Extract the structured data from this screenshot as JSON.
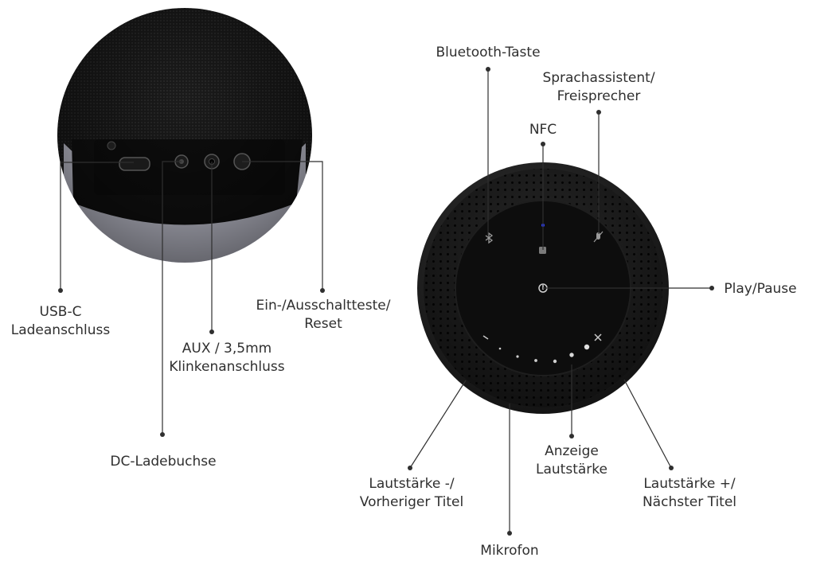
{
  "labels": {
    "usb_c": [
      "USB-C",
      "Ladeanschluss"
    ],
    "dc_charge": "DC-Ladebuchse",
    "aux": [
      "AUX / 3,5mm",
      "Klinkenanschluss"
    ],
    "power_reset": [
      "Ein-/Ausschaltteste/",
      "Reset"
    ],
    "bluetooth": "Bluetooth-Taste",
    "voice_assistant": [
      "Sprachassistent/",
      "Freisprecher"
    ],
    "nfc": "NFC",
    "play_pause": "Play/Pause",
    "volume_down_prev": [
      "Lautstärke -/",
      "Vorheriger Titel"
    ],
    "volume_indicator": [
      "Anzeige",
      "Lautstärke"
    ],
    "volume_up_next": [
      "Lautstärke +/",
      "Nächster Titel"
    ],
    "microphone": "Mikrofon"
  },
  "colors": {
    "fabric": "#1c1c1c",
    "panel": "#101010",
    "speaker_body": "#2a2a2a",
    "top_plate": "#0c0c0c",
    "callout_line": "#2f2f2f",
    "nfc_dot": "#2a3cff",
    "base_glow": "#cfd2f2"
  },
  "icons": [
    "bluetooth-icon",
    "microphone-mute-icon",
    "nfc-icon",
    "power-icon",
    "minus-icon",
    "plus-icon"
  ]
}
